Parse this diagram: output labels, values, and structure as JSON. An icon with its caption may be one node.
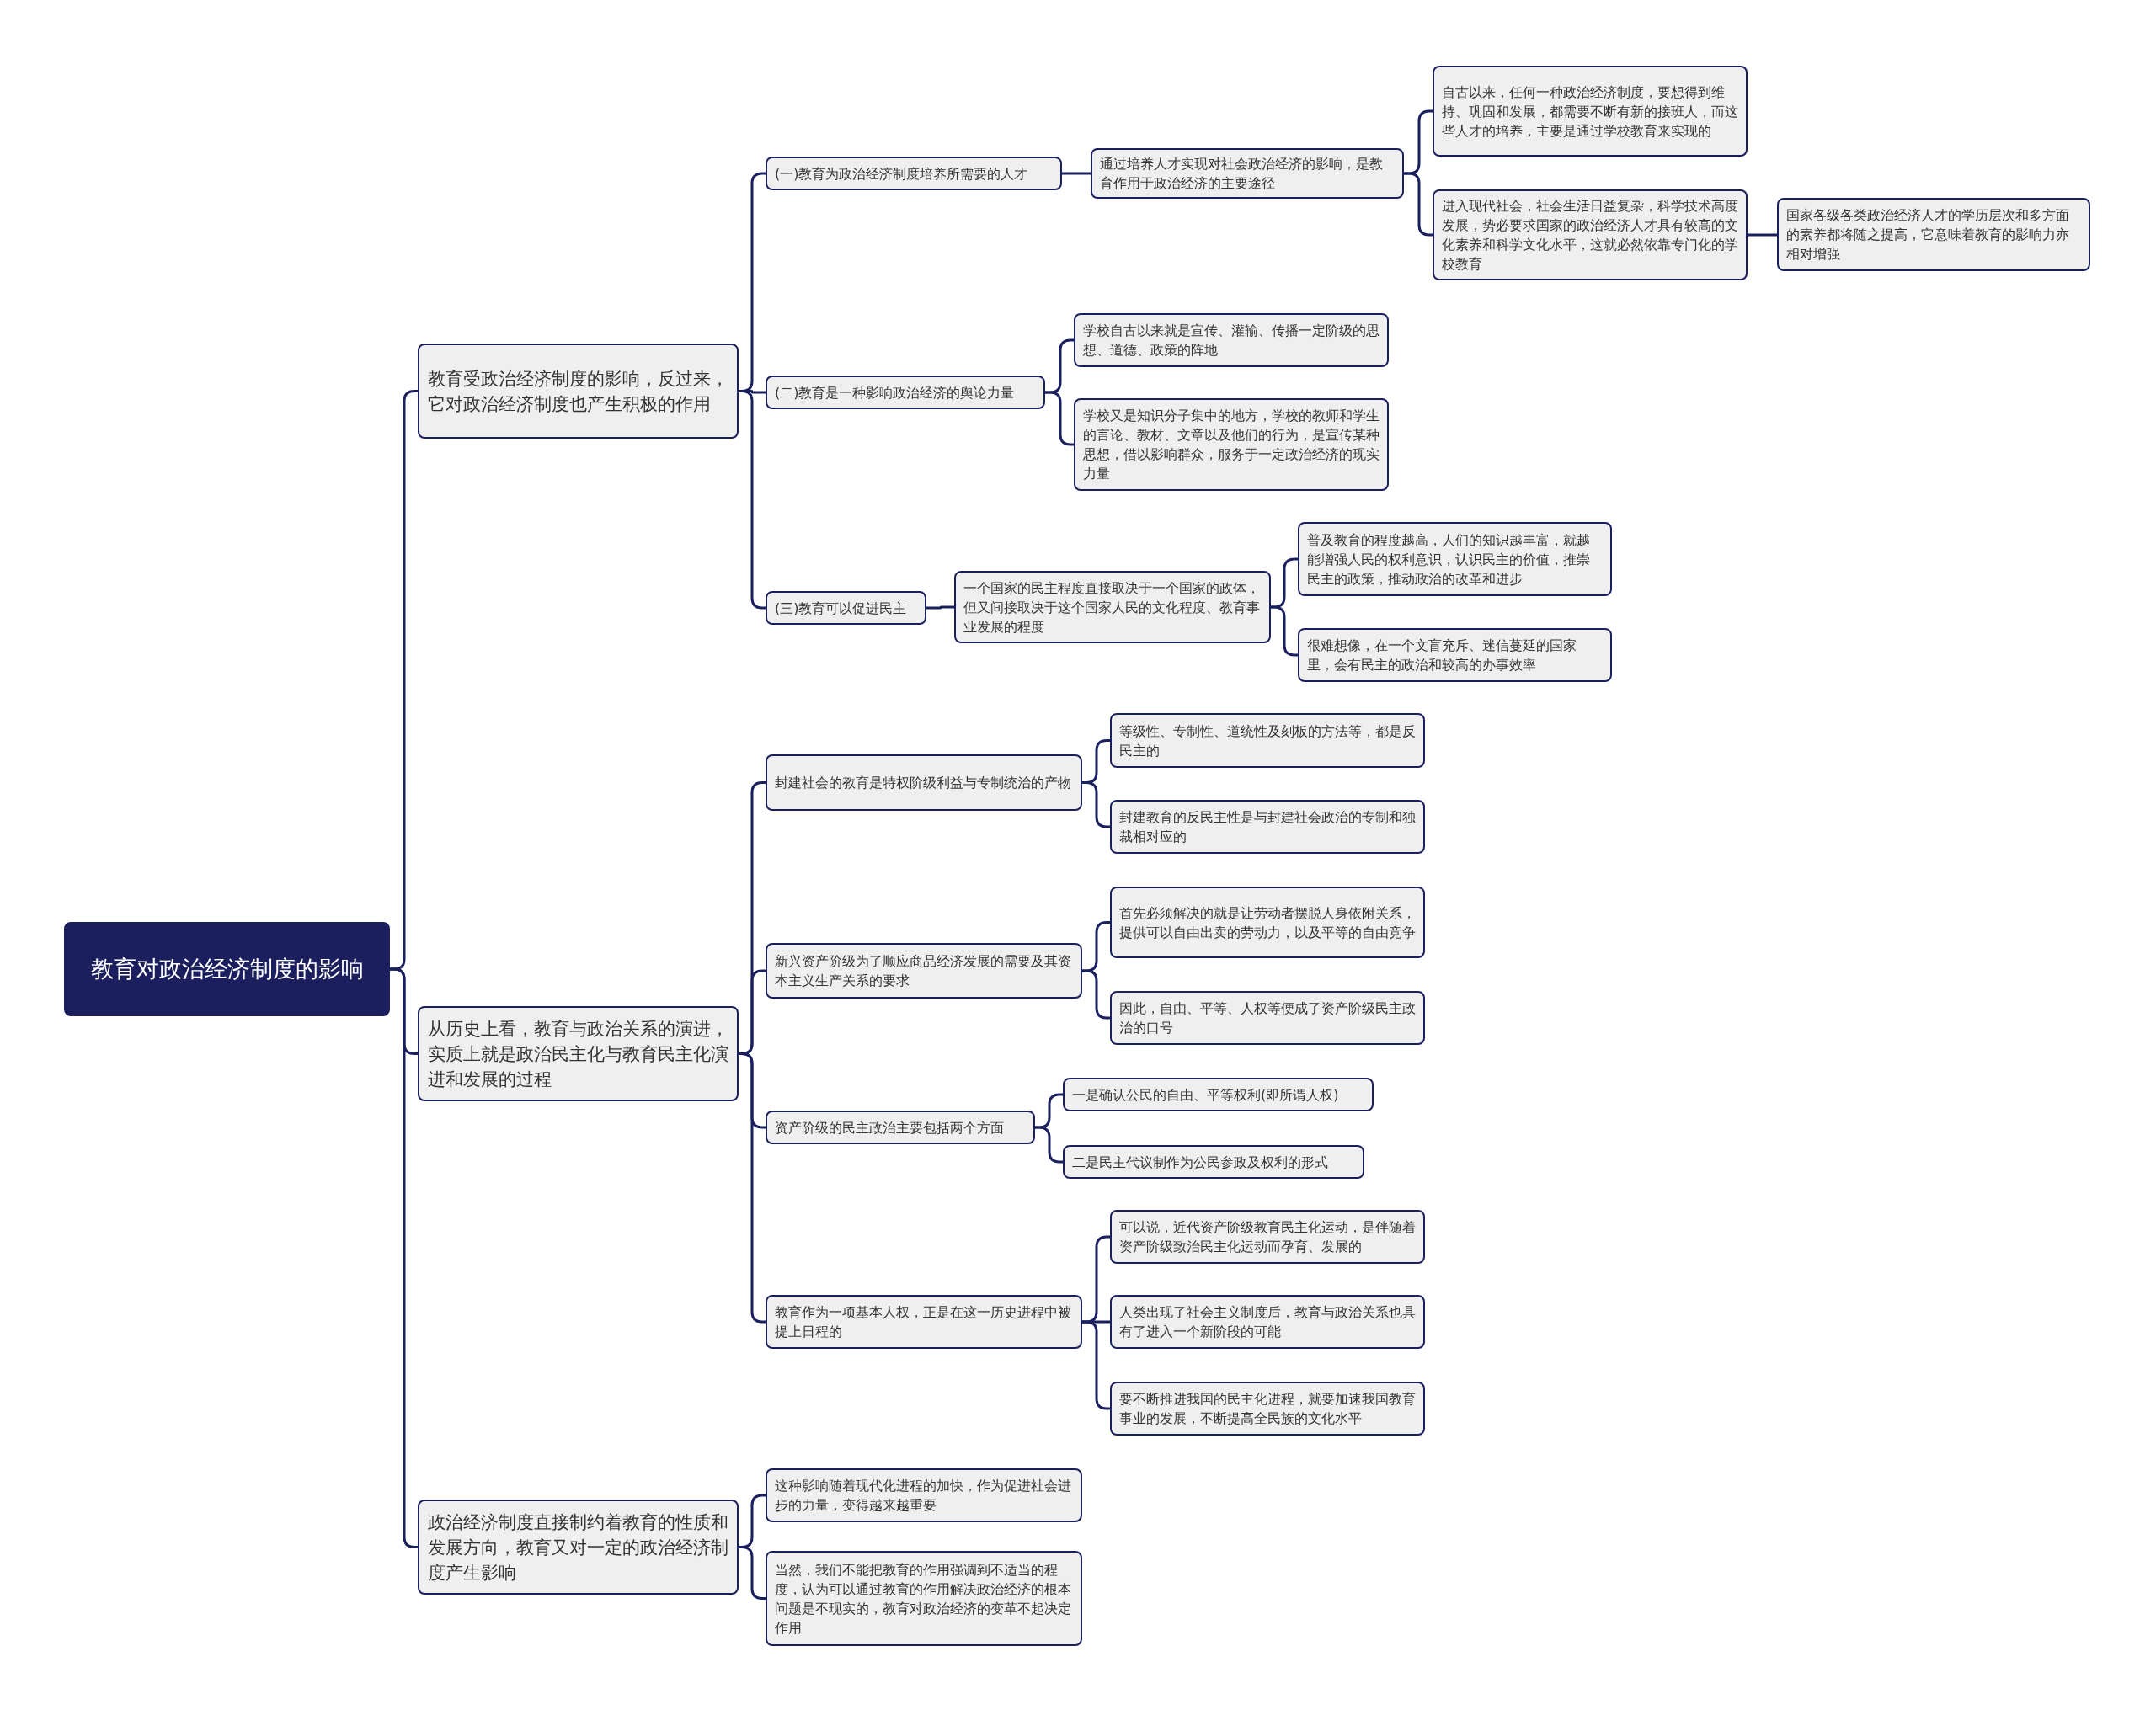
{
  "diagram": {
    "nodes": [
      {
        "text": [
          "教育对政治经济制度的影响"
        ]
      },
      {
        "text": [
          "教育受政治经济制度的影响，反过来，它对政治经济制度也产生积极的作用"
        ]
      },
      {
        "text": [
          "从历史上看，教育与政治关系的演进，实质上就是政治民主化与教育民主化演进和发展的过程"
        ]
      },
      {
        "text": [
          "政治经济制度直接制约着教育的性质和发展方向，教育又对一定的政治经济制度产生影响"
        ]
      },
      {
        "text": [
          "(一)教育为政治经济制度培养所需要的人才"
        ]
      },
      {
        "text": [
          "通过培养人才实现对社会政治经济的影响，是教育作用于政治经济的主要途径"
        ]
      },
      {
        "text": [
          "自古以来，任何一种政治经济制度，要想得到维持、巩固和发展，都需要不断有新的接班人，而这些人才的培养，主要是通过学校教育来实现的"
        ]
      },
      {
        "text": [
          "进入现代社会，社会生活日益复杂，科学技术高度发展，势必要求国家的政治经济人才具有较高的文化素养和科学文化水平，这就必然依靠专门化的学校教育"
        ]
      },
      {
        "text": [
          "国家各级各类政治经济人才的学历层次和多方面的素养都将随之提高，它意味着教育的影响力亦相对增强"
        ]
      },
      {
        "text": [
          "(二)教育是一种影响政治经济的舆论力量"
        ]
      },
      {
        "text": [
          "学校自古以来就是宣传、灌输、传播一定阶级的思想、道德、政策的阵地"
        ]
      },
      {
        "text": [
          "学校又是知识分子集中的地方，学校的教师和学生的言论、教材、文章以及他们的行为，是宣传某种思想，借以影响群众，服务于一定政治经济的现实力量"
        ]
      },
      {
        "text": [
          "(三)教育可以促进民主"
        ]
      },
      {
        "text": [
          "一个国家的民主程度直接取决于一个国家的政体，但又间接取决于这个国家人民的文化程度、教育事业发展的程度"
        ]
      },
      {
        "text": [
          "普及教育的程度越高，人们的知识越丰富，就越能增强人民的权利意识，认识民主的价值，推崇民主的政策，推动政治的改革和进步"
        ]
      },
      {
        "text": [
          "很难想像，在一个文盲充斥、迷信蔓延的国家里，会有民主的政治和较高的办事效率"
        ]
      },
      {
        "text": [
          "封建社会的教育是特权阶级利益与专制统治的产物"
        ]
      },
      {
        "text": [
          "等级性、专制性、道统性及刻板的方法等，都是反民主的"
        ]
      },
      {
        "text": [
          "封建教育的反民主性是与封建社会政治的专制和独裁相对应的"
        ]
      },
      {
        "text": [
          "新兴资产阶级为了顺应商品经济发展的需要及其资本主义生产关系的要求"
        ]
      },
      {
        "text": [
          "首先必须解决的就是让劳动者摆脱人身依附关系，提供可以自由出卖的劳动力，以及平等的自由竞争"
        ]
      },
      {
        "text": [
          "因此，自由、平等、人权等便成了资产阶级民主政治的口号"
        ]
      },
      {
        "text": [
          "资产阶级的民主政治主要包括两个方面"
        ]
      },
      {
        "text": [
          "一是确认公民的自由、平等权利(即所谓人权)"
        ]
      },
      {
        "text": [
          "二是民主代议制作为公民参政及权利的形式"
        ]
      },
      {
        "text": [
          "教育作为一项基本人权，正是在这一历史进程中被提上日程的"
        ]
      },
      {
        "text": [
          "可以说，近代资产阶级教育民主化运动，是伴随着资产阶级致治民主化运动而孕育、发展的"
        ]
      },
      {
        "text": [
          "人类出现了社会主义制度后，教育与政治关系也具有了进入一个新阶段的可能"
        ]
      },
      {
        "text": [
          "要不断推进我国的民主化进程，就要加速我国教育事业的发展，不断提高全民族的文化水平"
        ]
      },
      {
        "text": [
          "这种影响随着现代化进程的加快，作为促进社会进步的力量，变得越来越重要"
        ]
      },
      {
        "text": [
          "当然，我们不能把教育的作用强调到不适当的程度，认为可以通过教育的作用解决政治经济的根本问题是不现实的，教育对政治经济的变革不起决定作用"
        ]
      }
    ],
    "edges": [
      {
        "from": 0,
        "to": 1,
        "arrow": "none"
      },
      {
        "from": 0,
        "to": 2,
        "arrow": "none"
      },
      {
        "from": 0,
        "to": 3,
        "arrow": "none"
      },
      {
        "from": 1,
        "to": 4,
        "arrow": "none"
      },
      {
        "from": 4,
        "to": 5,
        "arrow": "none"
      },
      {
        "from": 5,
        "to": 6,
        "arrow": "none"
      },
      {
        "from": 5,
        "to": 7,
        "arrow": "none"
      },
      {
        "from": 7,
        "to": 8,
        "arrow": "none"
      },
      {
        "from": 1,
        "to": 9,
        "arrow": "none"
      },
      {
        "from": 9,
        "to": 10,
        "arrow": "none"
      },
      {
        "from": 9,
        "to": 11,
        "arrow": "none"
      },
      {
        "from": 1,
        "to": 12,
        "arrow": "none"
      },
      {
        "from": 12,
        "to": 13,
        "arrow": "none"
      },
      {
        "from": 13,
        "to": 14,
        "arrow": "none"
      },
      {
        "from": 13,
        "to": 15,
        "arrow": "none"
      },
      {
        "from": 2,
        "to": 16,
        "arrow": "none"
      },
      {
        "from": 16,
        "to": 17,
        "arrow": "none"
      },
      {
        "from": 16,
        "to": 18,
        "arrow": "none"
      },
      {
        "from": 2,
        "to": 19,
        "arrow": "none"
      },
      {
        "from": 19,
        "to": 20,
        "arrow": "none"
      },
      {
        "from": 19,
        "to": 21,
        "arrow": "none"
      },
      {
        "from": 2,
        "to": 22,
        "arrow": "none"
      },
      {
        "from": 22,
        "to": 23,
        "arrow": "none"
      },
      {
        "from": 22,
        "to": 24,
        "arrow": "none"
      },
      {
        "from": 2,
        "to": 25,
        "arrow": "none"
      },
      {
        "from": 25,
        "to": 26,
        "arrow": "none"
      },
      {
        "from": 25,
        "to": 27,
        "arrow": "none"
      },
      {
        "from": 25,
        "to": 28,
        "arrow": "none"
      },
      {
        "from": 3,
        "to": 29,
        "arrow": "none"
      },
      {
        "from": 3,
        "to": 30,
        "arrow": "none"
      }
    ]
  }
}
